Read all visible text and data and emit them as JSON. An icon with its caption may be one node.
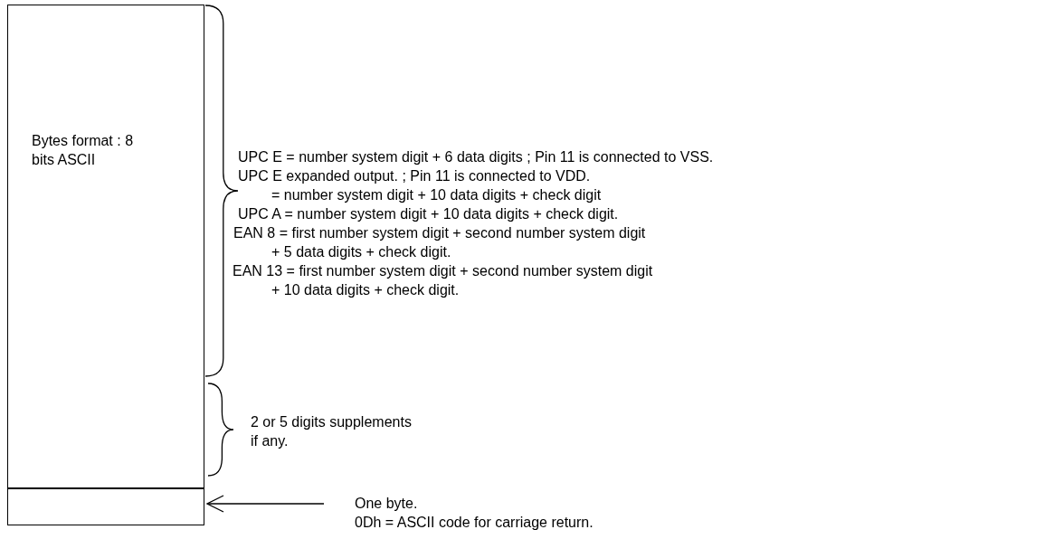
{
  "diagram": {
    "nodes": [
      {
        "text": [
          "Bytes format : 8 bits ASCII"
        ]
      },
      {
        "text": [],
        "shape": "box"
      },
      {
        "text": [
          "One byte. 0Dh = ASCII code for carriage return."
        ]
      }
    ],
    "edges": [
      {
        "from": 2,
        "to": 1,
        "arrow": "to"
      }
    ],
    "labels": [
      "UPC E = number system digit + 6 data digits ; Pin 11 is connected to VSS.",
      "UPC E expanded output. ; Pin 11 is connected to VDD. = number system digit + 10 data digits + check digit",
      "UPC A = number system digit + 10 data digits + check digit.",
      "EAN 8 = first number system digit + second number system digit + 5 data digits + check digit.",
      "EAN 13 = first number system digit + second number system digit + 10 data digits + check digit.",
      "2 or 5 digits supplements if any."
    ]
  }
}
